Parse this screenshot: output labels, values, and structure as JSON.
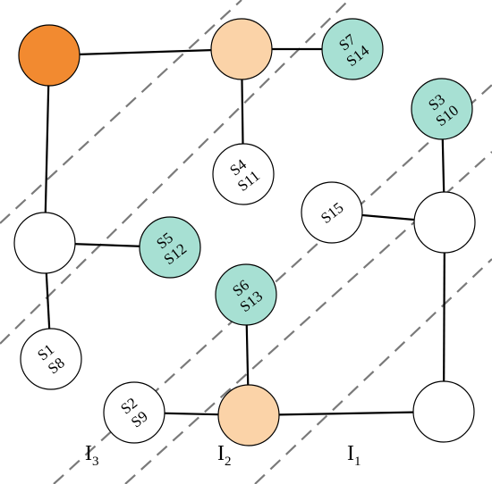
{
  "colors": {
    "dark_orange": "#f28a30",
    "light_orange": "#fbd3a8",
    "teal": "#a7e0d3",
    "white": "#ffffff",
    "stroke": "#000000",
    "dash": "#7a7a7a"
  },
  "regions": [
    {
      "id": "I3",
      "letter": "I",
      "sub": "3"
    },
    {
      "id": "I2",
      "letter": "I",
      "sub": "2"
    },
    {
      "id": "I1",
      "letter": "I",
      "sub": "1"
    }
  ],
  "nodes": [
    {
      "id": "n-topleft",
      "fill": "dark_orange",
      "line1": "",
      "line2": ""
    },
    {
      "id": "n-topmid",
      "fill": "light_orange",
      "line1": "",
      "line2": ""
    },
    {
      "id": "n-s7s14",
      "fill": "teal",
      "line1": "S7",
      "line2": "S14"
    },
    {
      "id": "n-s4s11",
      "fill": "white",
      "line1": "S4",
      "line2": "S11"
    },
    {
      "id": "n-s3s10",
      "fill": "teal",
      "line1": "S3",
      "line2": "S10"
    },
    {
      "id": "n-s15",
      "fill": "white",
      "line1": "S15",
      "line2": ""
    },
    {
      "id": "n-rightmid",
      "fill": "white",
      "line1": "",
      "line2": ""
    },
    {
      "id": "n-leftmid",
      "fill": "white",
      "line1": "",
      "line2": ""
    },
    {
      "id": "n-s5s12",
      "fill": "teal",
      "line1": "S5",
      "line2": "S12"
    },
    {
      "id": "n-s6s13",
      "fill": "teal",
      "line1": "S6",
      "line2": "S13"
    },
    {
      "id": "n-s1s8",
      "fill": "white",
      "line1": "S1",
      "line2": "S8"
    },
    {
      "id": "n-s2s9",
      "fill": "white",
      "line1": "S2",
      "line2": "S9"
    },
    {
      "id": "n-botmid",
      "fill": "light_orange",
      "line1": "",
      "line2": ""
    },
    {
      "id": "n-botright",
      "fill": "white",
      "line1": "",
      "line2": ""
    }
  ],
  "edges": [
    [
      "n-topleft",
      "n-topmid"
    ],
    [
      "n-topmid",
      "n-s7s14"
    ],
    [
      "n-topmid",
      "n-s4s11"
    ],
    [
      "n-topleft",
      "n-leftmid"
    ],
    [
      "n-leftmid",
      "n-s5s12"
    ],
    [
      "n-leftmid",
      "n-s1s8"
    ],
    [
      "n-s3s10",
      "n-rightmid"
    ],
    [
      "n-s15",
      "n-rightmid"
    ],
    [
      "n-rightmid",
      "n-botright"
    ],
    [
      "n-s6s13",
      "n-botmid"
    ],
    [
      "n-s2s9",
      "n-botmid"
    ],
    [
      "n-botmid",
      "n-botright"
    ]
  ]
}
